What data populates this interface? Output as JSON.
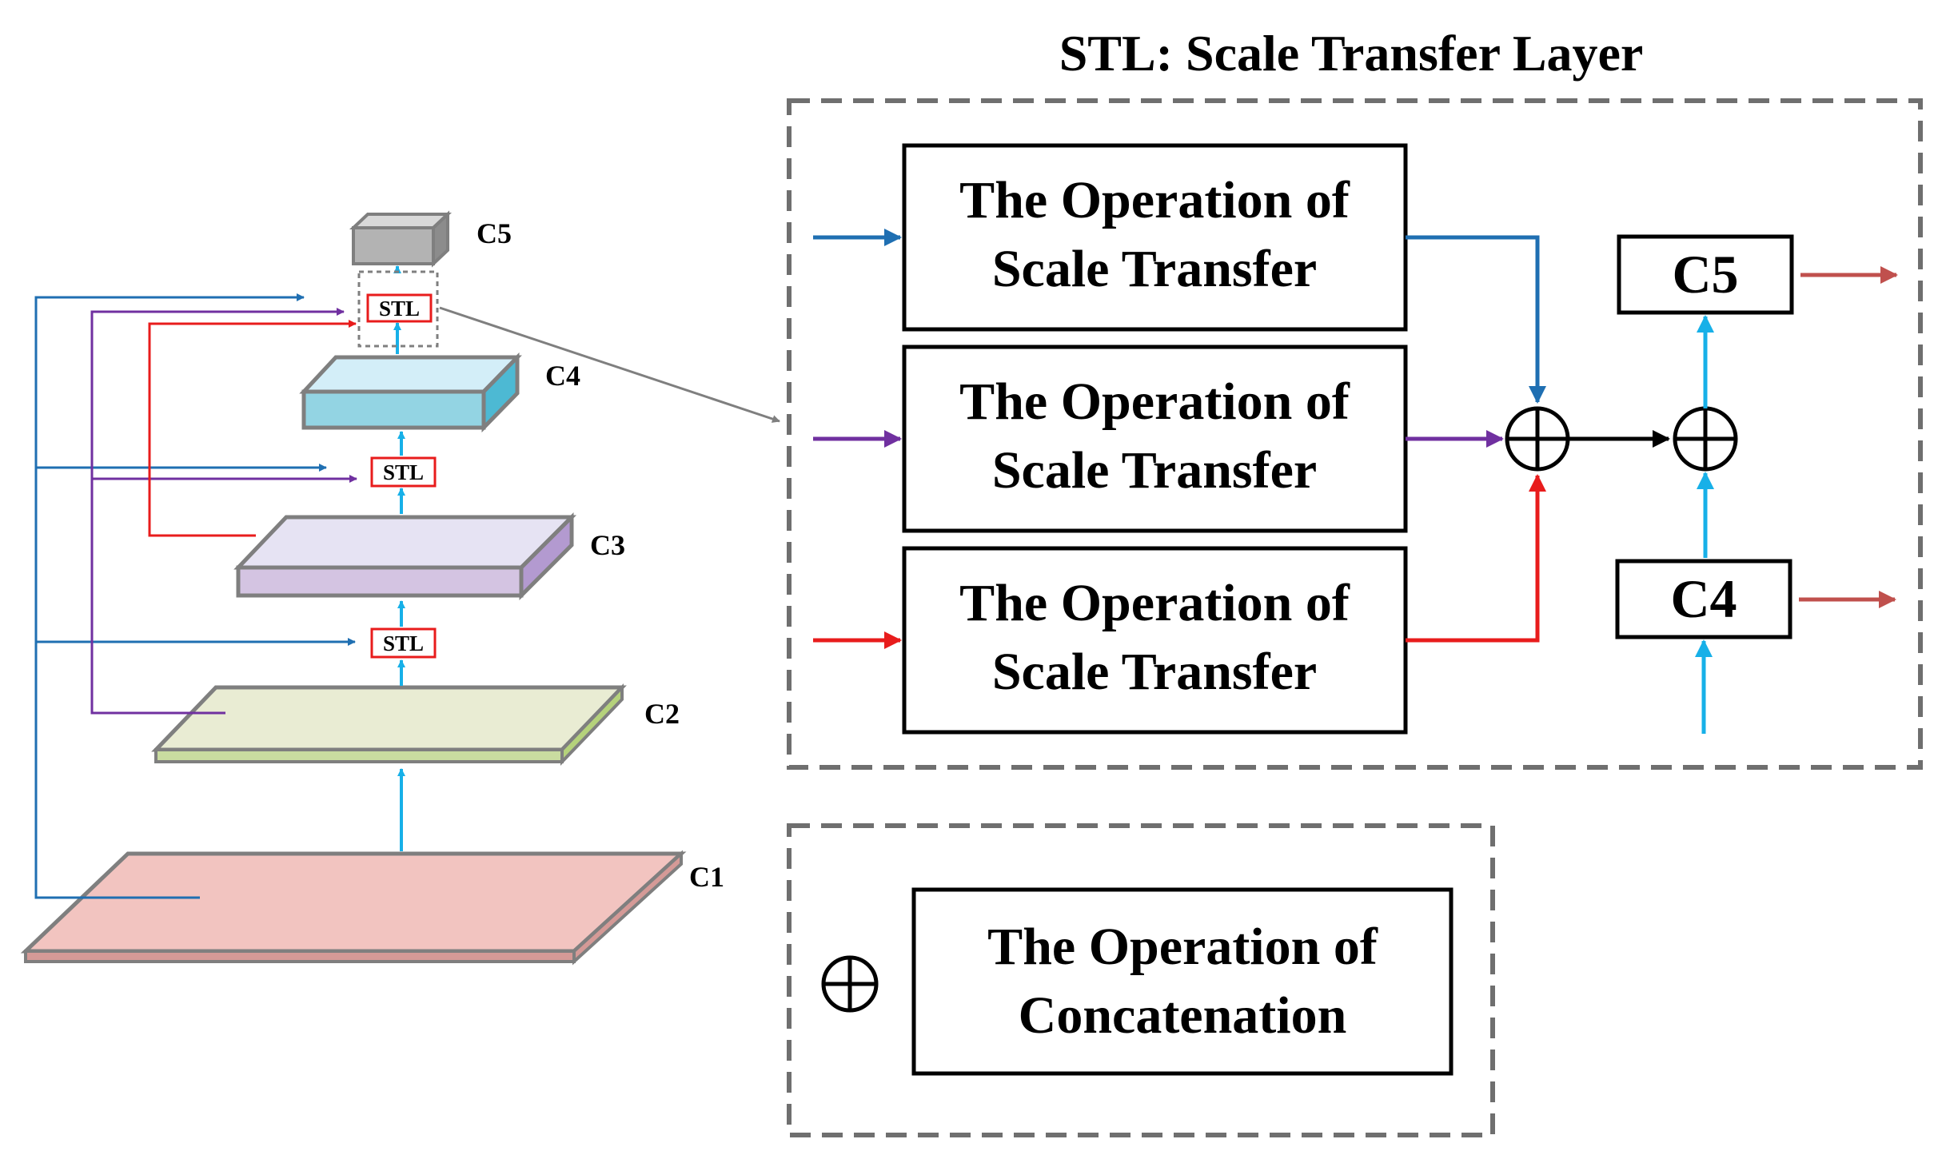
{
  "title": "STL: Scale Transfer Layer",
  "layers": {
    "c1": "C1",
    "c2": "C2",
    "c3": "C3",
    "c4": "C4",
    "c5": "C5"
  },
  "stl_label": "STL",
  "operation_box": {
    "line1": "The Operation of",
    "line2": "Scale Transfer"
  },
  "output_labels": {
    "c5": "C5",
    "c4": "C4"
  },
  "legend": {
    "line1": "The Operation of",
    "line2": "Concatenation"
  },
  "colors": {
    "blue": "#1f6fb2",
    "purple": "#7030a0",
    "red": "#e81c1c",
    "cyan": "#17b0e8",
    "brown": "#c0504d",
    "gray": "#7f7f7f"
  }
}
